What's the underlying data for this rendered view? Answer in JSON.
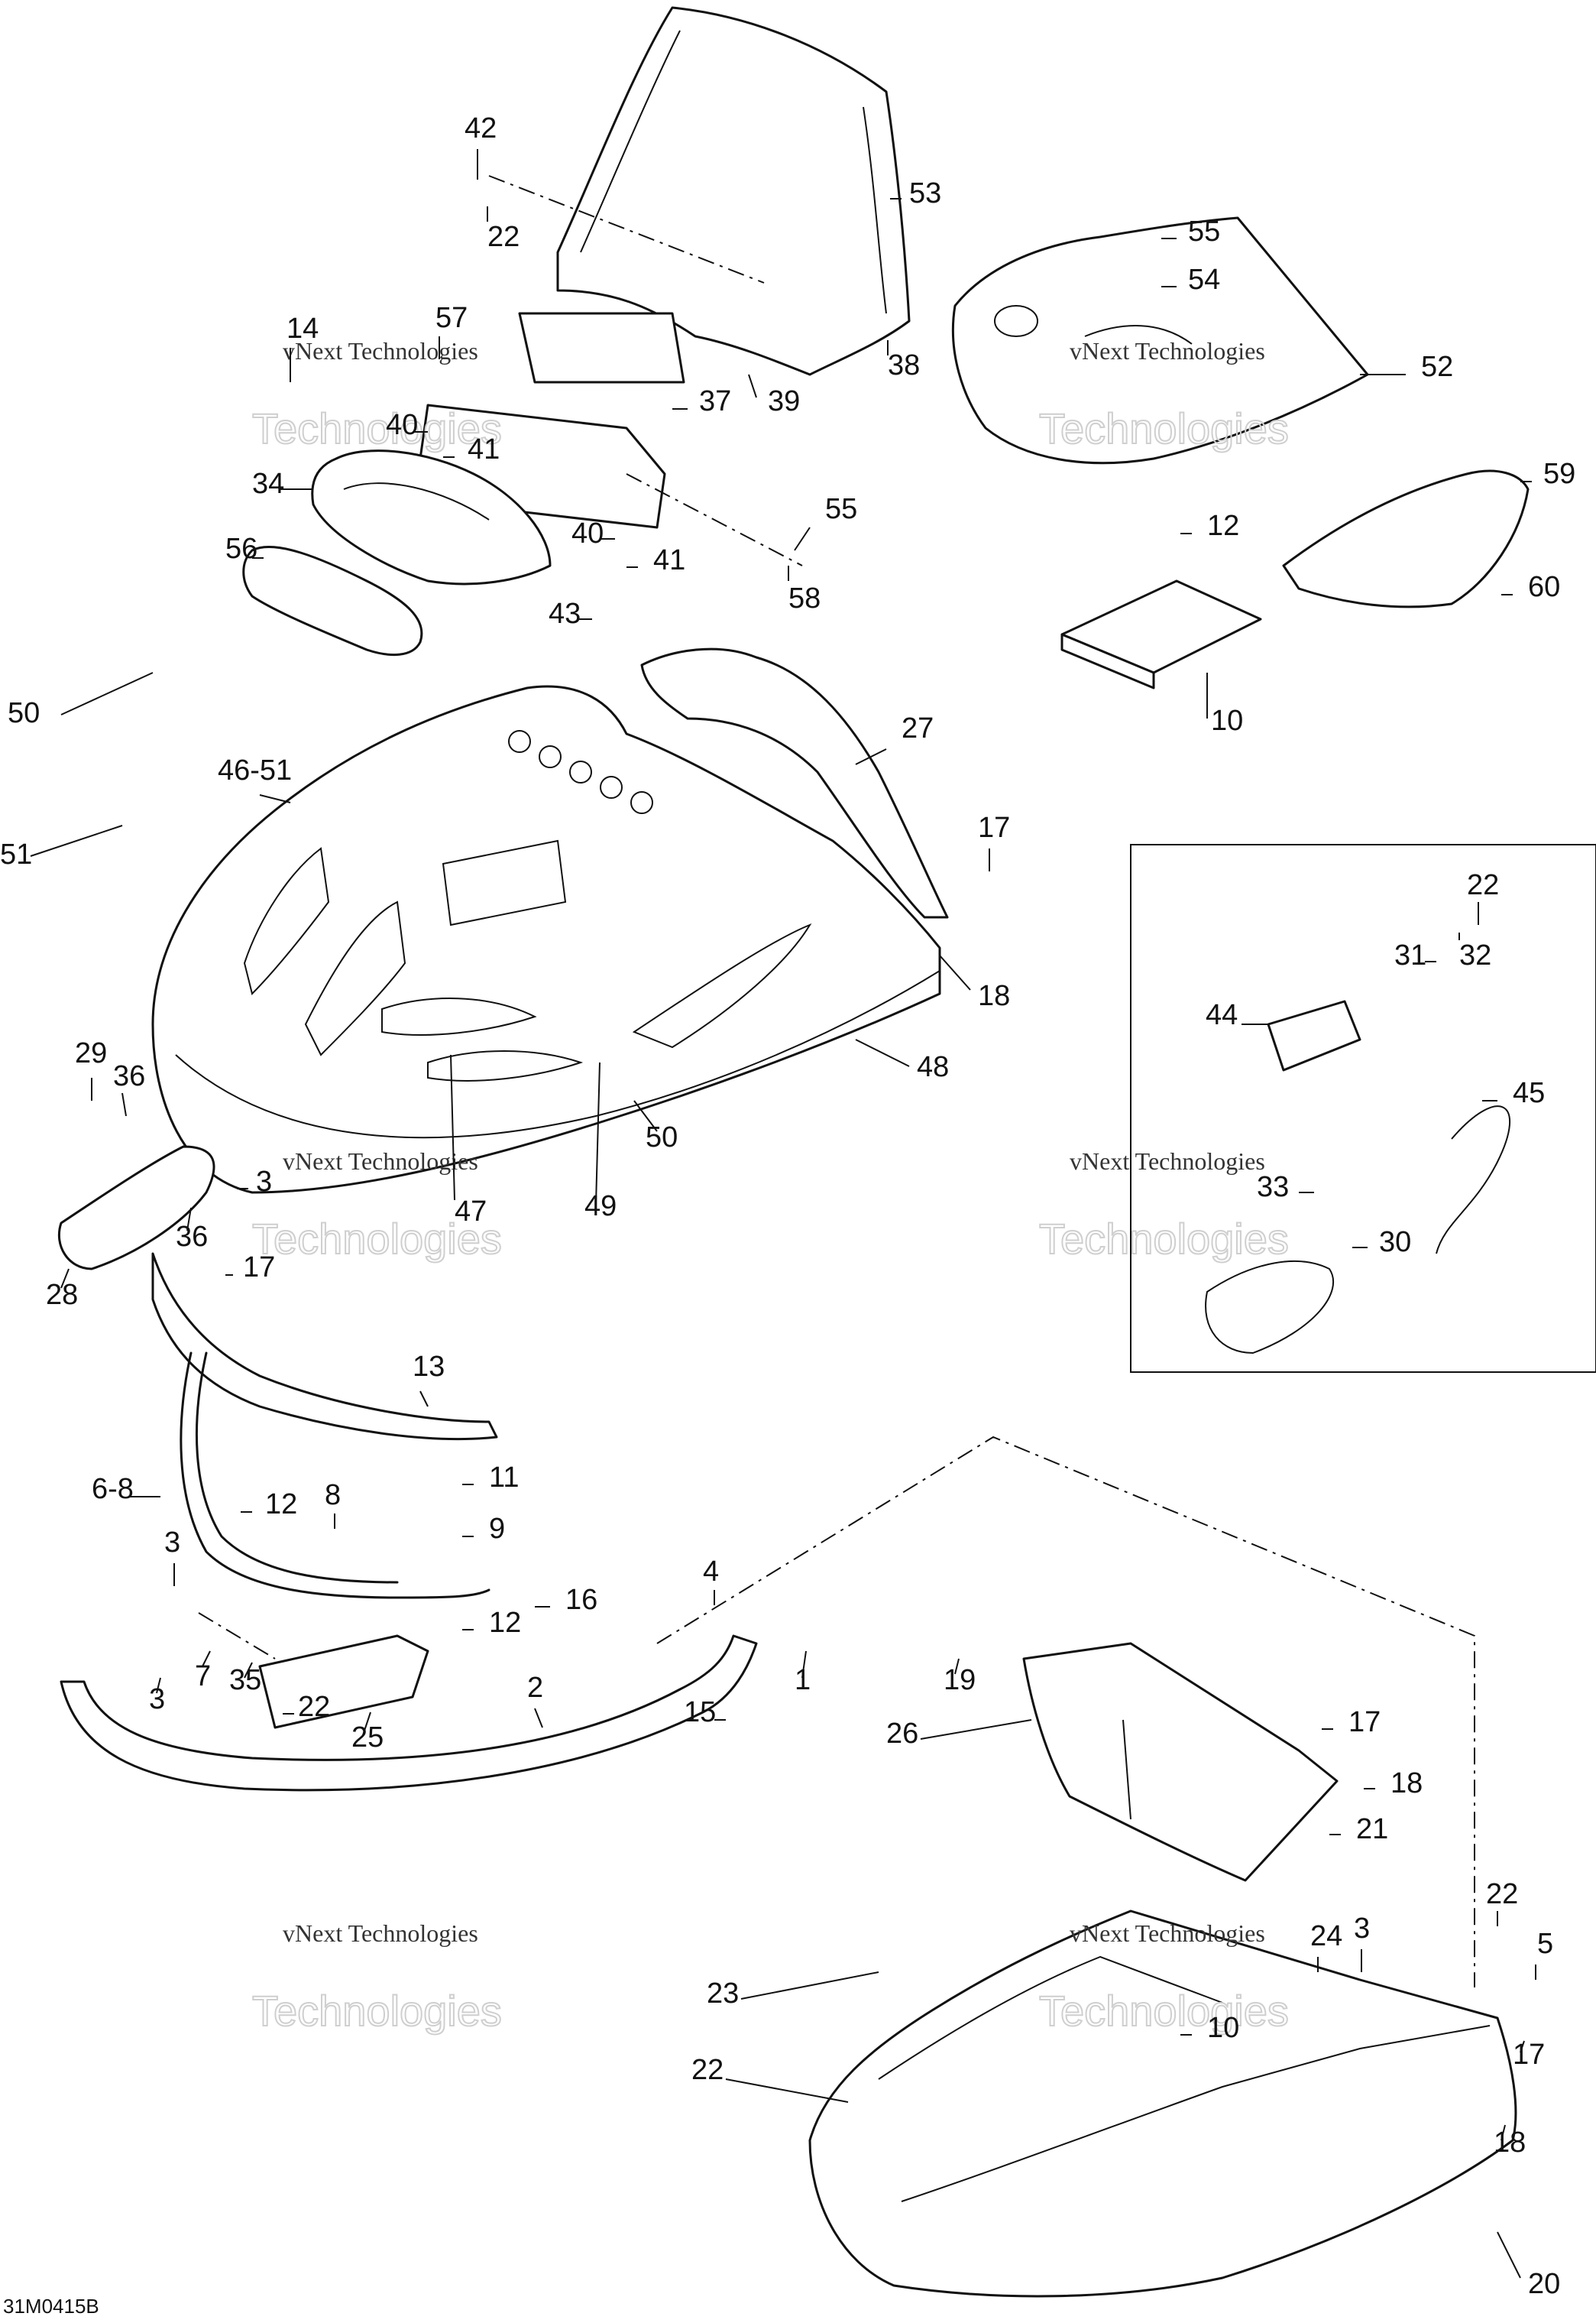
{
  "callouts": [
    "42",
    "22",
    "53",
    "55",
    "54",
    "57",
    "14",
    "37",
    "39",
    "38",
    "52",
    "40",
    "41",
    "34",
    "55",
    "56",
    "40",
    "41",
    "58",
    "12",
    "59",
    "60",
    "43",
    "10",
    "50",
    "27",
    "46-51",
    "51",
    "17",
    "22",
    "31",
    "32",
    "18",
    "44",
    "48",
    "45",
    "29",
    "36",
    "50",
    "3",
    "33",
    "47",
    "49",
    "36",
    "30",
    "28",
    "17",
    "13",
    "11",
    "6-8",
    "12",
    "8",
    "9",
    "3",
    "4",
    "16",
    "12",
    "7",
    "35",
    "19",
    "1",
    "3",
    "22",
    "25",
    "2",
    "15",
    "17",
    "26",
    "18",
    "21",
    "22",
    "24",
    "3",
    "5",
    "23",
    "10",
    "17",
    "22",
    "18",
    "20",
    "10"
  ],
  "watermark": {
    "line1": "vNext Technologies",
    "line2": "Technologies"
  },
  "drawing_code": "31M0415B"
}
